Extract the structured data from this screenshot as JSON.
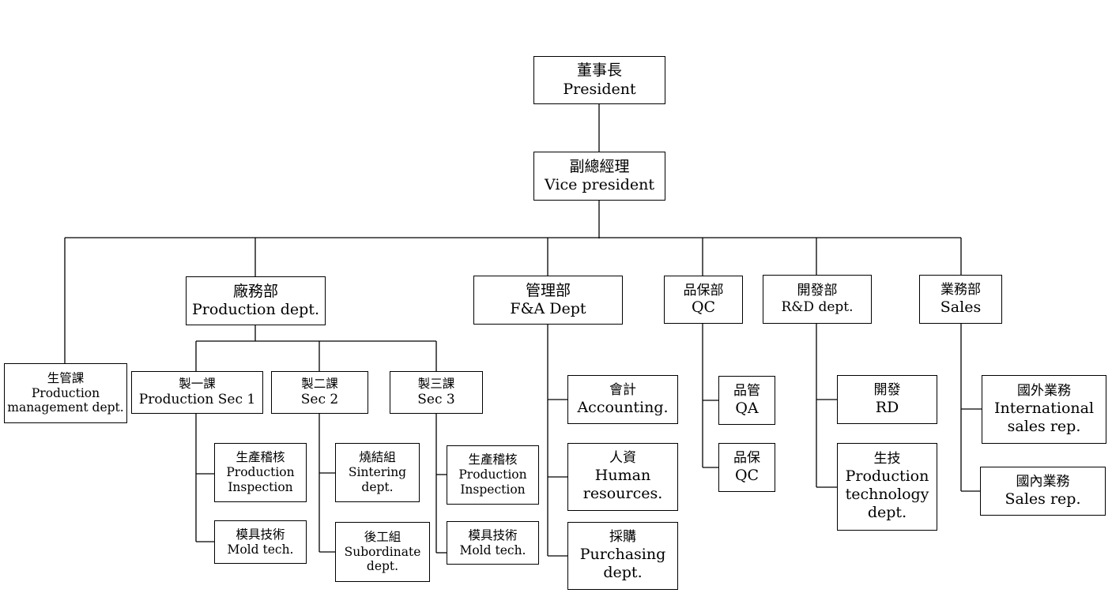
{
  "nodes": {
    "president": {
      "zh": "董事長",
      "en": "President"
    },
    "vice_president": {
      "zh": "副總經理",
      "en": "Vice president"
    },
    "production_dept": {
      "zh": "廠務部",
      "en": "Production dept."
    },
    "fa_dept": {
      "zh": "管理部",
      "en": "F&A Dept"
    },
    "qc": {
      "zh": "品保部",
      "en": "QC"
    },
    "rd_dept": {
      "zh": "開發部",
      "en": "R&D dept."
    },
    "sales": {
      "zh": "業務部",
      "en": "Sales"
    },
    "production_management": {
      "zh": "生管課",
      "en": "Production\nmanagement dept."
    },
    "production_sec_1": {
      "zh": "製一課",
      "en": "Production Sec 1"
    },
    "sec_2": {
      "zh": "製二課",
      "en": "Sec 2"
    },
    "sec_3": {
      "zh": "製三課",
      "en": "Sec 3"
    },
    "sec1_inspection": {
      "zh": "生產稽核",
      "en": "Production\nInspection"
    },
    "sec1_mold": {
      "zh": "模具技術",
      "en": "Mold tech."
    },
    "sintering": {
      "zh": "燒結組",
      "en": "Sintering\ndept."
    },
    "subordinate": {
      "zh": "後工組",
      "en": "Subordinate\ndept."
    },
    "sec3_inspection": {
      "zh": "生產稽核",
      "en": "Production\nInspection"
    },
    "sec3_mold": {
      "zh": "模具技術",
      "en": "Mold tech."
    },
    "accounting": {
      "zh": "會計",
      "en": "Accounting."
    },
    "human_resources": {
      "zh": "人資",
      "en": "Human\nresources."
    },
    "purchasing": {
      "zh": "採購",
      "en": "Purchasing\ndept."
    },
    "qa": {
      "zh": "品管",
      "en": "QA"
    },
    "qc_sub": {
      "zh": "品保",
      "en": "QC"
    },
    "rd": {
      "zh": "開發",
      "en": "RD"
    },
    "production_technology": {
      "zh": "生技",
      "en": "Production\ntechnology\ndept."
    },
    "international_sales": {
      "zh": "國外業務",
      "en": "International\nsales rep."
    },
    "domestic_sales": {
      "zh": "國內業務",
      "en": "Sales rep."
    }
  },
  "line_color": "#000000"
}
